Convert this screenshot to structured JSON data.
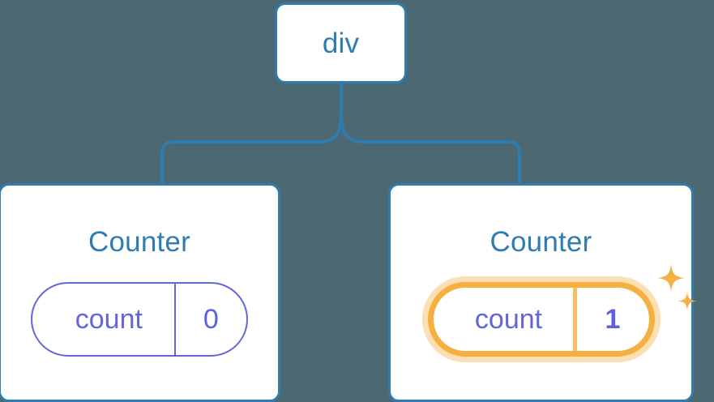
{
  "diagram": {
    "type": "component-tree",
    "background_color": "#4c6872",
    "accent_color": "#2e7cb0",
    "state_color": "#6366d8",
    "highlight_color": "#f5b041",
    "highlight_glow_color": "#fce0b4"
  },
  "root": {
    "label": "div"
  },
  "children": [
    {
      "title": "Counter",
      "state": {
        "key": "count",
        "value": "0",
        "highlighted": false
      }
    },
    {
      "title": "Counter",
      "state": {
        "key": "count",
        "value": "1",
        "highlighted": true
      },
      "sparkle_icons": [
        "sparkle-large",
        "sparkle-small"
      ]
    }
  ]
}
